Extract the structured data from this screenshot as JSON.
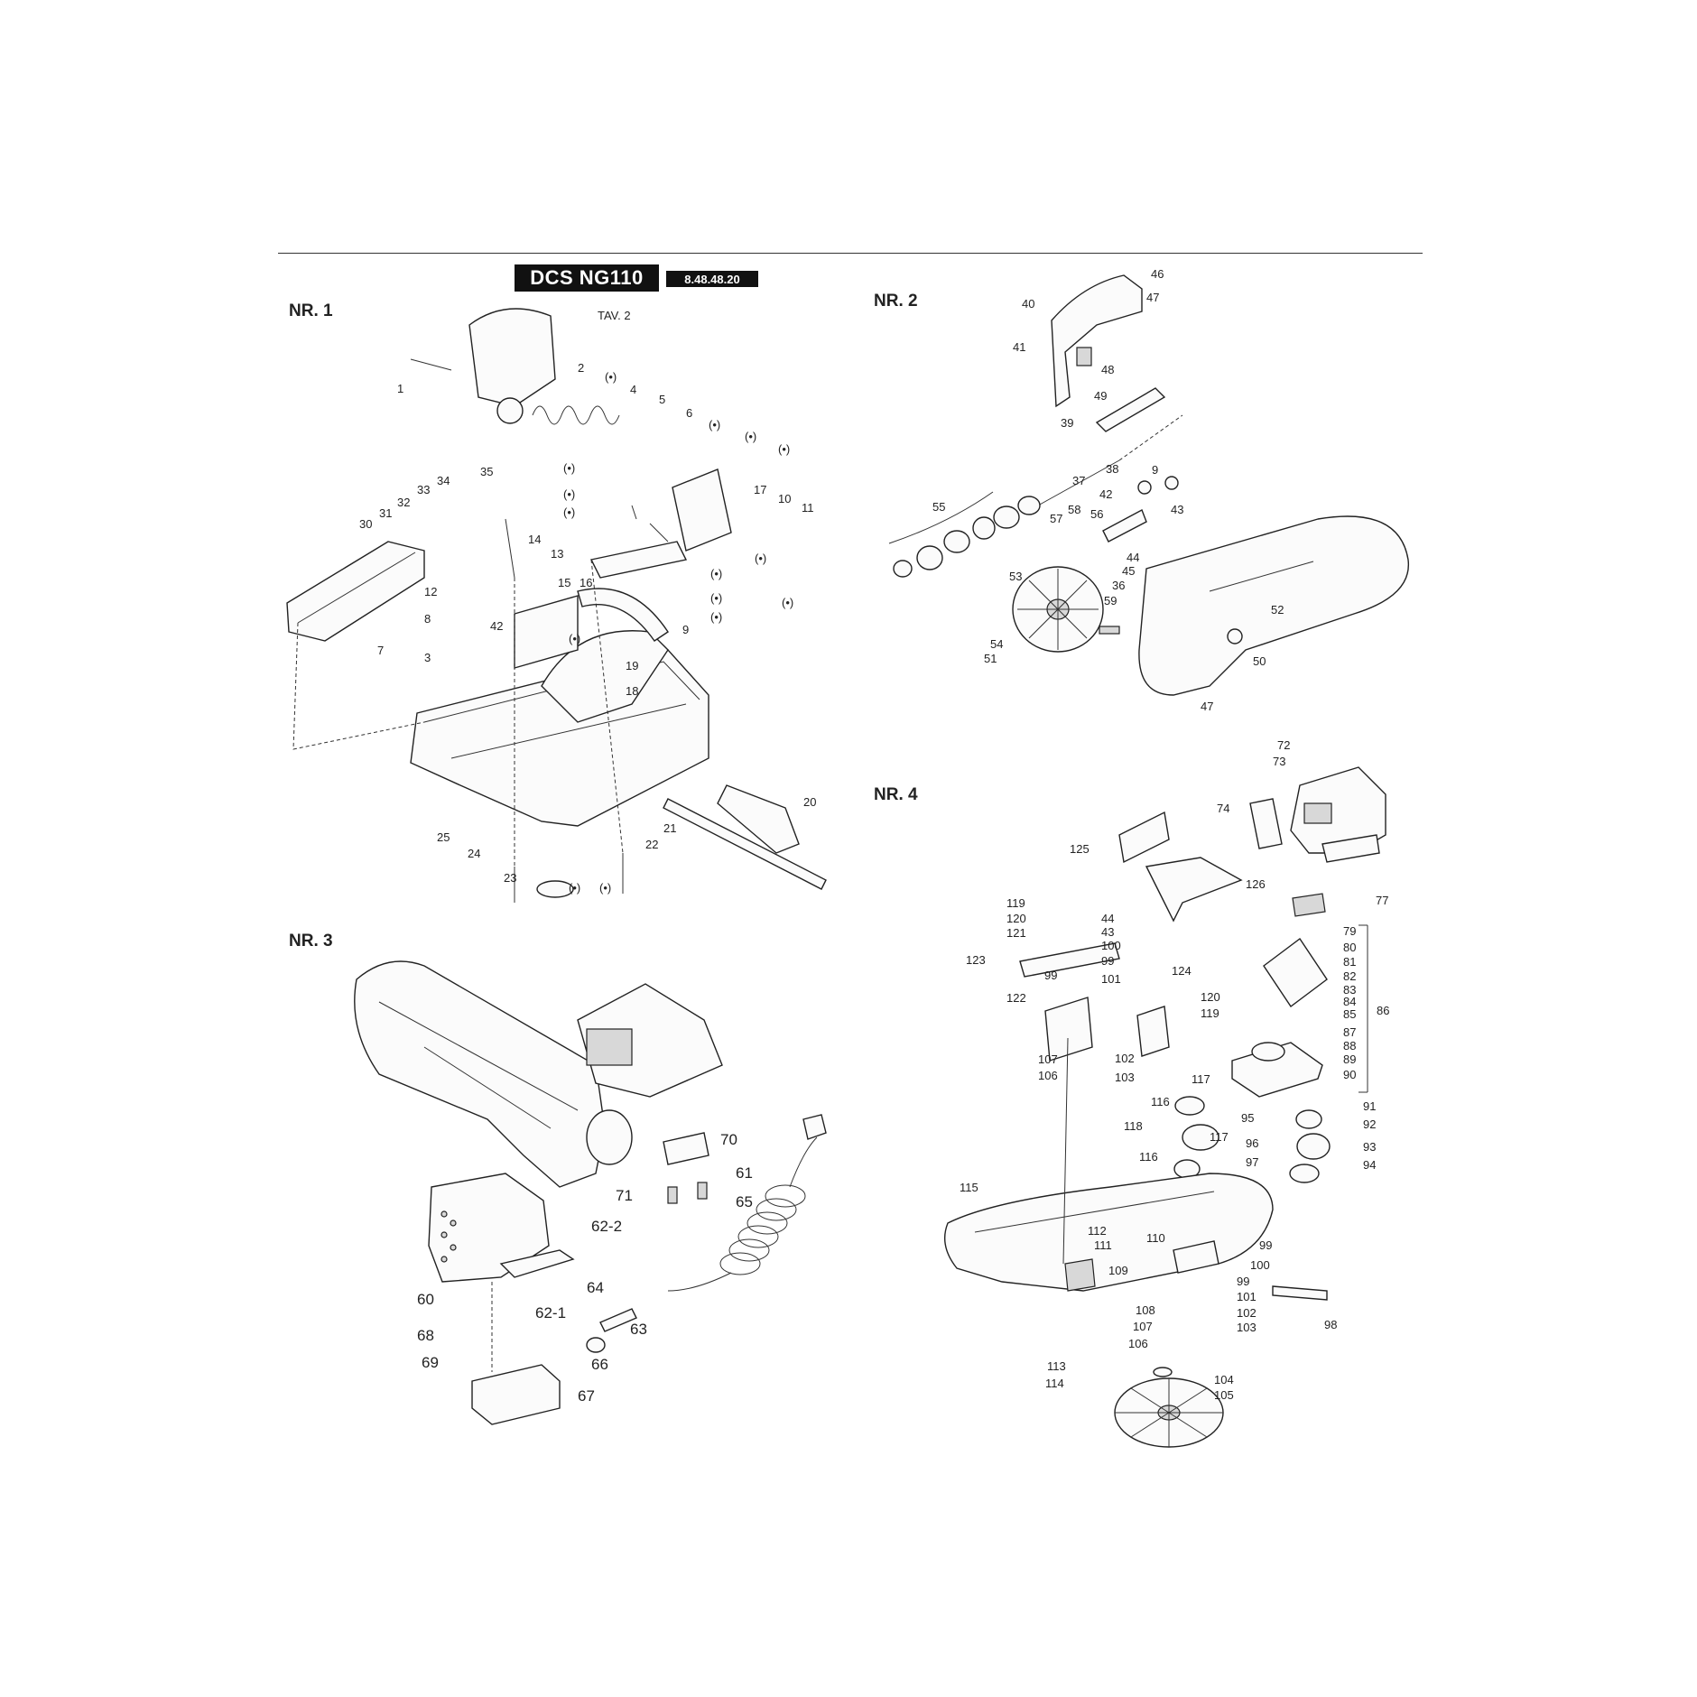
{
  "header": {
    "model": "DCS NG110",
    "code": "8.48.48.20"
  },
  "sections": {
    "nr1": "NR. 1",
    "nr2": "NR. 2",
    "nr3": "NR. 3",
    "nr4": "NR. 4"
  },
  "callouts": {
    "tav": "TAV. 2",
    "star": "(•)",
    "nr1_labels": [
      "1",
      "2",
      "4",
      "5",
      "6",
      "17",
      "10",
      "11",
      "9",
      "35",
      "34",
      "33",
      "32",
      "31",
      "30",
      "14",
      "13",
      "15",
      "16",
      "12",
      "8",
      "7",
      "3",
      "42",
      "19",
      "18",
      "20",
      "21",
      "22",
      "23",
      "24",
      "25"
    ],
    "nr2_labels": [
      "46",
      "47",
      "40",
      "41",
      "48",
      "49",
      "39",
      "38",
      "37",
      "42",
      "9",
      "43",
      "55",
      "58",
      "56",
      "57",
      "44",
      "45",
      "36",
      "53",
      "59",
      "54",
      "51",
      "52",
      "50",
      "47"
    ],
    "nr3_labels": [
      "70",
      "61",
      "71",
      "65",
      "62-2",
      "60",
      "68",
      "62-1",
      "64",
      "63",
      "69",
      "66",
      "67"
    ],
    "nr4_labels": [
      "72",
      "73",
      "74",
      "125",
      "126",
      "77",
      "79",
      "80",
      "81",
      "82",
      "83",
      "84",
      "85",
      "86",
      "87",
      "88",
      "89",
      "90",
      "119",
      "120",
      "121",
      "44",
      "43",
      "100",
      "99",
      "99",
      "101",
      "123",
      "122",
      "124",
      "120",
      "119",
      "107",
      "106",
      "102",
      "103",
      "117",
      "116",
      "95",
      "118",
      "117",
      "96",
      "116",
      "97",
      "91",
      "92",
      "93",
      "94",
      "115",
      "112",
      "111",
      "110",
      "109",
      "108",
      "107",
      "106",
      "99",
      "100",
      "99",
      "101",
      "102",
      "103",
      "98",
      "113",
      "114",
      "104",
      "105"
    ]
  }
}
